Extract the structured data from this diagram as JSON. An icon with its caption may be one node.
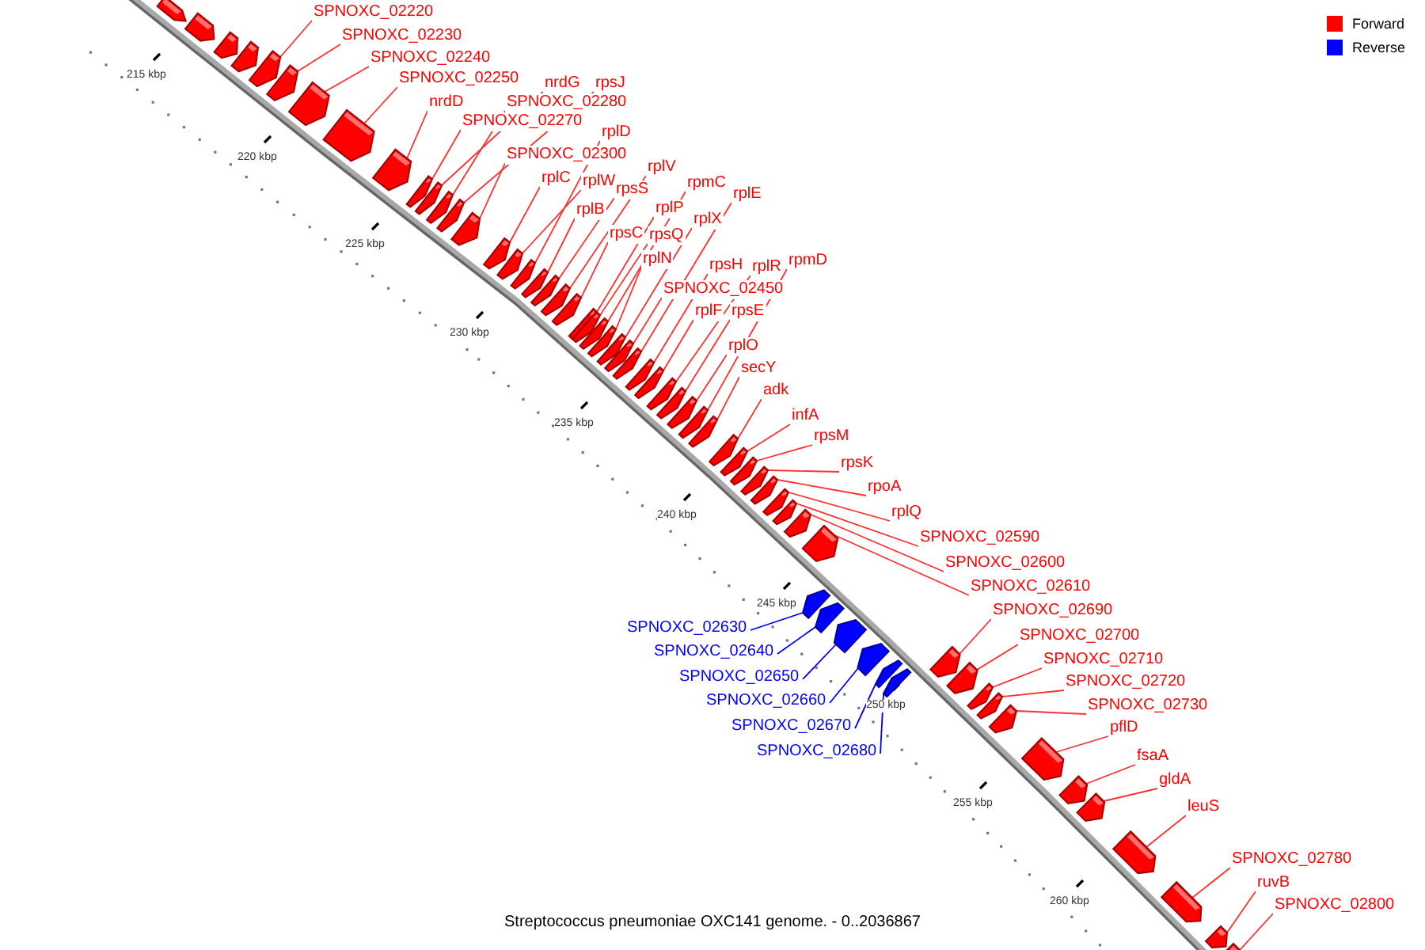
{
  "diagram": {
    "caption": "Streptococcus pneumoniae OXC141 genome. - 0..2036867",
    "nodes": [
      {
        "text": [
          "SPNOXC_02220"
        ]
      },
      {
        "text": [
          "SPNOXC_02230"
        ]
      },
      {
        "text": [
          "SPNOXC_02240"
        ]
      },
      {
        "text": [
          "SPNOXC_02250"
        ]
      },
      {
        "text": [
          "nrdG"
        ]
      },
      {
        "text": [
          "rpsJ"
        ]
      },
      {
        "text": [
          "nrdD"
        ]
      },
      {
        "text": [
          "SPNOXC_02280"
        ]
      },
      {
        "text": [
          "SPNOXC_02270"
        ]
      },
      {
        "text": [
          "rplD"
        ]
      },
      {
        "text": [
          "SPNOXC_02300"
        ]
      },
      {
        "text": [
          "rplV"
        ]
      },
      {
        "text": [
          "rplC"
        ]
      },
      {
        "text": [
          "rplW"
        ]
      },
      {
        "text": [
          "rpmC"
        ]
      },
      {
        "text": [
          "rpsS"
        ]
      },
      {
        "text": [
          "rplE"
        ]
      },
      {
        "text": [
          "rplP"
        ]
      },
      {
        "text": [
          "rplB"
        ]
      },
      {
        "text": [
          "rplX"
        ]
      },
      {
        "text": [
          "rpsC"
        ]
      },
      {
        "text": [
          "rpsQ"
        ]
      },
      {
        "text": [
          "rplN"
        ]
      },
      {
        "text": [
          "rpmD"
        ]
      },
      {
        "text": [
          "rpsH"
        ]
      },
      {
        "text": [
          "rplR"
        ]
      },
      {
        "text": [
          "SPNOXC_02450"
        ]
      },
      {
        "text": [
          "rplF"
        ]
      },
      {
        "text": [
          "rpsE"
        ]
      },
      {
        "text": [
          "rplO"
        ]
      },
      {
        "text": [
          "secY"
        ]
      },
      {
        "text": [
          "adk"
        ]
      },
      {
        "text": [
          "infA"
        ]
      },
      {
        "text": [
          "rpsM"
        ]
      },
      {
        "text": [
          "rpsK"
        ]
      },
      {
        "text": [
          "rpoA"
        ]
      },
      {
        "text": [
          "rplQ"
        ]
      },
      {
        "text": [
          "SPNOXC_02590"
        ]
      },
      {
        "text": [
          "SPNOXC_02600"
        ]
      },
      {
        "text": [
          "SPNOXC_02610"
        ]
      },
      {
        "text": [
          "SPNOXC_02690"
        ]
      },
      {
        "text": [
          "SPNOXC_02630"
        ]
      },
      {
        "text": [
          "SPNOXC_02700"
        ]
      },
      {
        "text": [
          "SPNOXC_02640"
        ]
      },
      {
        "text": [
          "SPNOXC_02710"
        ]
      },
      {
        "text": [
          "SPNOXC_02650"
        ]
      },
      {
        "text": [
          "SPNOXC_02720"
        ]
      },
      {
        "text": [
          "SPNOXC_02660"
        ]
      },
      {
        "text": [
          "SPNOXC_02730"
        ]
      },
      {
        "text": [
          "SPNOXC_02670"
        ]
      },
      {
        "text": [
          "pflD"
        ]
      },
      {
        "text": [
          "SPNOXC_02680"
        ]
      },
      {
        "text": [
          "fsaA"
        ]
      },
      {
        "text": [
          "gldA"
        ]
      },
      {
        "text": [
          "leuS"
        ]
      },
      {
        "text": [
          "SPNOXC_02780"
        ]
      },
      {
        "text": [
          "ruvB"
        ]
      },
      {
        "text": [
          "SPNOXC_02800"
        ]
      },
      {
        "text": [],
        "shape": "arrow"
      },
      {
        "text": [],
        "shape": "arrow"
      },
      {
        "text": [],
        "shape": "arrow"
      },
      {
        "text": [],
        "shape": "arrow"
      },
      {
        "text": [],
        "shape": "arrow"
      },
      {
        "text": [],
        "shape": "arrow"
      },
      {
        "text": [],
        "shape": "arrow"
      },
      {
        "text": [],
        "shape": "arrow"
      },
      {
        "text": [],
        "shape": "arrow"
      },
      {
        "text": [],
        "shape": "arrow"
      },
      {
        "text": [],
        "shape": "arrow"
      },
      {
        "text": [],
        "shape": "arrow"
      },
      {
        "text": [],
        "shape": "arrow"
      },
      {
        "text": [],
        "shape": "arrow"
      },
      {
        "text": [],
        "shape": "arrow"
      },
      {
        "text": [],
        "shape": "arrow"
      },
      {
        "text": [],
        "shape": "arrow"
      },
      {
        "text": [],
        "shape": "arrow"
      },
      {
        "text": [],
        "shape": "arrow"
      },
      {
        "text": [],
        "shape": "arrow"
      },
      {
        "text": [],
        "shape": "arrow"
      },
      {
        "text": [],
        "shape": "arrow"
      },
      {
        "text": [],
        "shape": "arrow"
      },
      {
        "text": [],
        "shape": "arrow"
      },
      {
        "text": [],
        "shape": "arrow"
      },
      {
        "text": [],
        "shape": "arrow"
      },
      {
        "text": [],
        "shape": "arrow"
      },
      {
        "text": [],
        "shape": "arrow"
      },
      {
        "text": [],
        "shape": "arrow"
      },
      {
        "text": [],
        "shape": "arrow"
      },
      {
        "text": [],
        "shape": "arrow"
      },
      {
        "text": [],
        "shape": "arrow"
      },
      {
        "text": [],
        "shape": "arrow"
      },
      {
        "text": [],
        "shape": "arrow"
      },
      {
        "text": [],
        "shape": "arrow"
      },
      {
        "text": [],
        "shape": "arrow"
      },
      {
        "text": [],
        "shape": "arrow"
      },
      {
        "text": [],
        "shape": "arrow"
      },
      {
        "text": [],
        "shape": "arrow"
      },
      {
        "text": [],
        "shape": "arrow"
      },
      {
        "text": [],
        "shape": "arrow"
      },
      {
        "text": [],
        "shape": "arrow"
      },
      {
        "text": [],
        "shape": "arrow"
      },
      {
        "text": [],
        "shape": "arrow"
      },
      {
        "text": [],
        "shape": "arrow"
      },
      {
        "text": [],
        "shape": "arrow"
      },
      {
        "text": [],
        "shape": "arrow"
      },
      {
        "text": [],
        "shape": "arrow"
      },
      {
        "text": [],
        "shape": "arrow"
      },
      {
        "text": [],
        "shape": "arrow"
      },
      {
        "text": [],
        "shape": "arrow"
      },
      {
        "text": [],
        "shape": "arrow"
      },
      {
        "text": [],
        "shape": "arrow"
      },
      {
        "text": [],
        "shape": "arrow"
      },
      {
        "text": [],
        "shape": "arrow"
      },
      {
        "text": [],
        "shape": "arrow"
      },
      {
        "text": [],
        "shape": "arrow"
      },
      {
        "text": [],
        "shape": "arrow"
      },
      {
        "text": [],
        "shape": "arrow"
      },
      {
        "text": [],
        "shape": "arrow"
      },
      {
        "text": [],
        "shape": "arrow"
      },
      {
        "text": [],
        "shape": "arrow"
      }
    ],
    "edges": [
      {
        "from": 0,
        "to": 58,
        "arrow": "none"
      },
      {
        "from": 1,
        "to": 59,
        "arrow": "none"
      },
      {
        "from": 2,
        "to": 60,
        "arrow": "none"
      },
      {
        "from": 3,
        "to": 61,
        "arrow": "none"
      },
      {
        "from": 4,
        "to": 62,
        "arrow": "none"
      },
      {
        "from": 5,
        "to": 63,
        "arrow": "none"
      },
      {
        "from": 6,
        "to": 64,
        "arrow": "none"
      },
      {
        "from": 7,
        "to": 65,
        "arrow": "none"
      },
      {
        "from": 8,
        "to": 66,
        "arrow": "none"
      },
      {
        "from": 9,
        "to": 67,
        "arrow": "none"
      },
      {
        "from": 10,
        "to": 68,
        "arrow": "none"
      },
      {
        "from": 11,
        "to": 69,
        "arrow": "none"
      },
      {
        "from": 12,
        "to": 70,
        "arrow": "none"
      },
      {
        "from": 13,
        "to": 71,
        "arrow": "none"
      },
      {
        "from": 14,
        "to": 72,
        "arrow": "none"
      },
      {
        "from": 15,
        "to": 73,
        "arrow": "none"
      },
      {
        "from": 16,
        "to": 74,
        "arrow": "none"
      },
      {
        "from": 17,
        "to": 75,
        "arrow": "none"
      },
      {
        "from": 18,
        "to": 76,
        "arrow": "none"
      },
      {
        "from": 19,
        "to": 77,
        "arrow": "none"
      },
      {
        "from": 20,
        "to": 78,
        "arrow": "none"
      },
      {
        "from": 21,
        "to": 79,
        "arrow": "none"
      },
      {
        "from": 22,
        "to": 80,
        "arrow": "none"
      },
      {
        "from": 23,
        "to": 81,
        "arrow": "none"
      },
      {
        "from": 24,
        "to": 82,
        "arrow": "none"
      },
      {
        "from": 25,
        "to": 83,
        "arrow": "none"
      },
      {
        "from": 26,
        "to": 84,
        "arrow": "none"
      },
      {
        "from": 27,
        "to": 85,
        "arrow": "none"
      },
      {
        "from": 28,
        "to": 86,
        "arrow": "none"
      },
      {
        "from": 29,
        "to": 87,
        "arrow": "none"
      },
      {
        "from": 30,
        "to": 88,
        "arrow": "none"
      },
      {
        "from": 31,
        "to": 89,
        "arrow": "none"
      },
      {
        "from": 32,
        "to": 90,
        "arrow": "none"
      },
      {
        "from": 33,
        "to": 91,
        "arrow": "none"
      },
      {
        "from": 34,
        "to": 92,
        "arrow": "none"
      },
      {
        "from": 35,
        "to": 93,
        "arrow": "none"
      },
      {
        "from": 36,
        "to": 94,
        "arrow": "none"
      },
      {
        "from": 37,
        "to": 95,
        "arrow": "none"
      },
      {
        "from": 38,
        "to": 96,
        "arrow": "none"
      },
      {
        "from": 39,
        "to": 97,
        "arrow": "none"
      },
      {
        "from": 40,
        "to": 98,
        "arrow": "none"
      },
      {
        "from": 41,
        "to": 99,
        "arrow": "none",
        "color": "#0000ff"
      },
      {
        "from": 42,
        "to": 100,
        "arrow": "none"
      },
      {
        "from": 43,
        "to": 101,
        "arrow": "none",
        "color": "#0000ff"
      },
      {
        "from": 44,
        "to": 102,
        "arrow": "none"
      },
      {
        "from": 45,
        "to": 103,
        "arrow": "none",
        "color": "#0000ff"
      },
      {
        "from": 46,
        "to": 104,
        "arrow": "none"
      },
      {
        "from": 47,
        "to": 105,
        "arrow": "none",
        "color": "#0000ff"
      },
      {
        "from": 48,
        "to": 106,
        "arrow": "none"
      },
      {
        "from": 49,
        "to": 107,
        "arrow": "none",
        "color": "#0000ff"
      },
      {
        "from": 50,
        "to": 108,
        "arrow": "none"
      },
      {
        "from": 51,
        "to": 109,
        "arrow": "none",
        "color": "#0000ff"
      },
      {
        "from": 52,
        "to": 110,
        "arrow": "none"
      },
      {
        "from": 53,
        "to": 111,
        "arrow": "none"
      },
      {
        "from": 54,
        "to": 112,
        "arrow": "none"
      },
      {
        "from": 55,
        "to": 113,
        "arrow": "none"
      },
      {
        "from": 56,
        "to": 114,
        "arrow": "none"
      },
      {
        "from": 57,
        "to": 115,
        "arrow": "none"
      }
    ],
    "labels": [
      "215 kbp",
      "220 kbp",
      "225 kbp",
      "230 kbp",
      "235 kbp",
      "240 kbp",
      "245 kbp",
      "250 kbp",
      "255 kbp",
      "260 kbp"
    ],
    "legend": [
      {
        "text": "Forward",
        "color": "#ff0000"
      },
      {
        "text": "Reverse",
        "color": "#0000ff"
      }
    ]
  }
}
